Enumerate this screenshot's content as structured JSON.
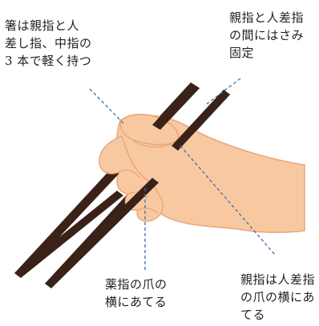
{
  "callouts": {
    "hold": "箸は親指と人\n差し指、中指の\n3 本で軽く持つ",
    "pinch": "親指と人差指\nの間にはさみ\n固定",
    "ring": "薬指の爪の\n横にあてる",
    "thumb": "親指は人差指\nの爪の横にあ\nてる"
  },
  "colors": {
    "chopstick": "#3a2219",
    "skin": "#f8c9a0",
    "skin_outline": "#e8a67e",
    "leader_line": "#3f6ea6"
  }
}
